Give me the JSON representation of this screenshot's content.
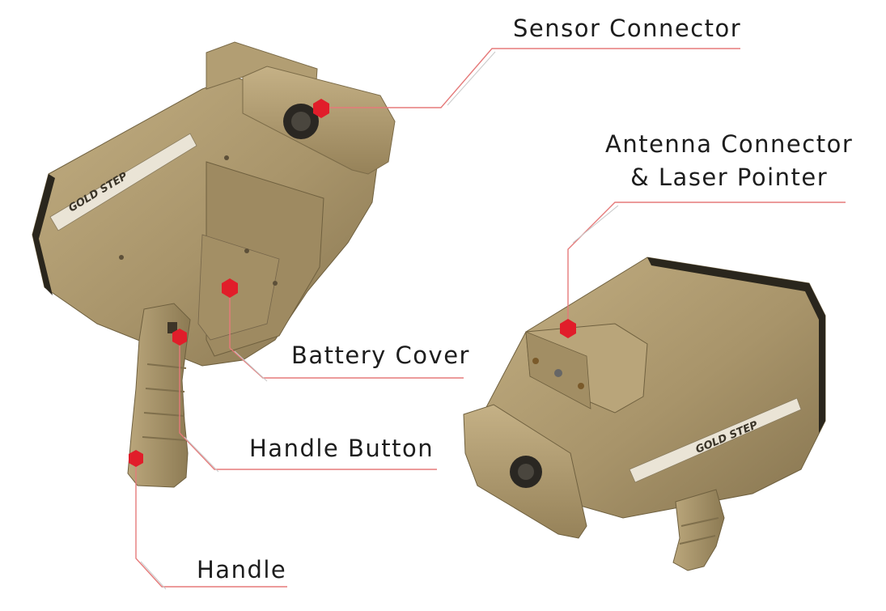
{
  "callouts": {
    "sensor_connector": "Sensor Connector",
    "antenna_connector_line1": "Antenna Connector",
    "antenna_connector_line2": "& Laser Pointer",
    "battery_cover": "Battery Cover",
    "handle_button": "Handle Button",
    "handle": "Handle"
  },
  "device": {
    "brand_front": "GOLD STEP",
    "brand_back": "GOLD STEP",
    "body_color": "#a8946a",
    "body_shadow": "#7d6c4a",
    "body_highlight": "#c9b68c"
  },
  "colors": {
    "leader_line": "#e57a7a",
    "marker": "#e11d2a",
    "text": "#1d1d1d"
  }
}
